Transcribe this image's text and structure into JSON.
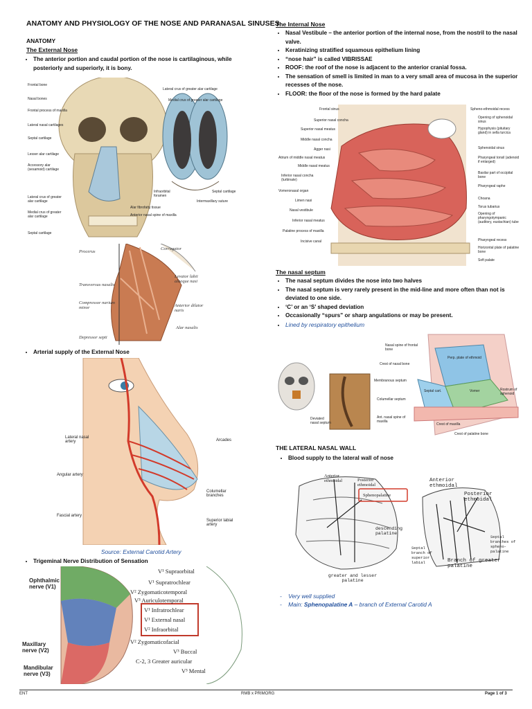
{
  "title": "ANATOMY AND PHYSIOLOGY OF THE NOSE AND PARANASAL SINUSES",
  "left": {
    "anatomy_heading": "ANATOMY",
    "external_nose_heading": "The External Nose",
    "external_bullets": [
      "The anterior portion and caudal portion of the nose is cartilaginous, while posteriorly and superiorly, it is bony."
    ],
    "fig1_labels": [
      "Frontal bone",
      "Nasal bones",
      "Frontal process of maxilla",
      "Lateral nasal cartilages",
      "Septal cartilage",
      "Lesser alar cartilage",
      "Accessory alar (sesamoid) cartilage",
      "Lateral crus of greater alar cartilage",
      "Medial crus of greater alar cartilage",
      "Septal cartilage",
      "Lateral crus of greater alar cartilage",
      "Medial crus of greater alar cartilage",
      "Infraorbital foramen",
      "Alar fibrofatty tissue",
      "Anterior nasal spine of maxilla",
      "Septal cartilage",
      "Intermaxillary suture"
    ],
    "fig2_labels": [
      "Procerus",
      "Corrugator",
      "Levator labii alaeque nasi",
      "Transversus nasalis",
      "Compressor narium minor",
      "Anterior dilator naris",
      "Alar nasalis",
      "Depressor septi"
    ],
    "arterial_bullet": "Arterial supply of the External Nose",
    "fig3_labels": [
      "Lateral nasal artery",
      "Arcades",
      "Angular artery",
      "Columellar branches",
      "Fascial artery",
      "Superior labial artery"
    ],
    "fig3_caption": "Source: External Carotid Artery",
    "trigeminal_bullet": "Trigeminal Nerve Distribution of Sensation",
    "fig4_left_labels": [
      "Ophthalmic nerve (V1)",
      "Maxillary nerve (V2)",
      "Mandibular nerve (V3)"
    ],
    "fig4_right_labels": [
      "V¹ Supraorbital",
      "V¹ Supratrochlear",
      "V² Zygomaticotemporal",
      "V³ Auriculotemporal",
      "V¹ Infratrochlear",
      "V¹ External nasal",
      "V² Infraorbital",
      "V² Zygomaticofacial",
      "V³ Buccal",
      "C-2, 3 Greater auricular",
      "V³ Mental"
    ]
  },
  "right": {
    "internal_heading": "The Internal Nose",
    "internal_bullets": [
      "Nasal Vestibule – the anterior portion of the internal nose, from the nostril to the nasal valve.",
      "Keratinizing stratified squamous epithelium lining",
      "“nose hair” is called VIBRISSAE",
      "ROOF: the roof of the nose is adjacent to the anterior cranial fossa.",
      "The sensation of smell is limited in man to a very small area of mucosa in the superior recesses of the nose.",
      "FLOOR: the floor of the nose is formed by the hard palate"
    ],
    "fig5_left_labels": [
      "Frontal sinus",
      "Superior nasal concha",
      "Superior nasal meatus",
      "Middle nasal concha",
      "Agger nasi",
      "Atrium of middle nasal meatus",
      "Middle nasal meatus",
      "Inferior nasal concha (turbinate)",
      "Vomeronasal organ",
      "Limen nasi",
      "Nasal vestibule",
      "Inferior nasal meatus",
      "Palatine process of maxilla",
      "Incisive canal"
    ],
    "fig5_right_labels": [
      "Spheno-ethmoidal recess",
      "Opening of sphenoidal sinus",
      "Hypophysis (pituitary gland) in sella turcica",
      "Sphenoidal sinus",
      "Pharyngeal tonsil (adenoid if enlarged)",
      "Basilar part of occipital bone",
      "Pharyngeal raphe",
      "Choana",
      "Torus tubarius",
      "Opening of pharyngotympanic (auditory, eustachian) tube",
      "Pharyngeal recess",
      "Horizontal plate of palatine bone",
      "Soft palate"
    ],
    "septum_heading": "The nasal septum",
    "septum_bullets": [
      "The nasal septum divides the nose into two halves",
      "The nasal septum is very rarely present in the mid-line and more often than not is deviated to one side.",
      "‘C’ or an ‘S’ shaped deviation",
      "Occasionally “spurs” or sharp angulations or may be present."
    ],
    "septum_italic": "Lined by respiratory epithelium",
    "fig6_labels": [
      "Deviated nasal septum",
      "Nasal spine of frontal bone",
      "Crest of nasal bone",
      "Membranous septum",
      "Columellar septum",
      "Ant. nasal spine of maxilla",
      "Perp. plate of ethmoid",
      "Septal cart.",
      "Vomer",
      "Rostrum of sphenoid",
      "Crest of maxilla",
      "Crest of palatine bone"
    ],
    "lateral_heading": "THE LATERAL NASAL WALL",
    "lateral_bullet": "Blood supply to the lateral wall of nose",
    "fig7_labels": [
      "Anterior ethmoidal",
      "Posterior ethmoidal",
      "Sphenopalatine",
      "descending palatine",
      "greater and lesser palatine"
    ],
    "fig8_labels": [
      "Anterior ethmoidal",
      "Posterior ethmoidal",
      "Septal branch of superior labial",
      "Septal branches of spheno-palatine",
      "Branch of greater palatine"
    ],
    "dash_items": [
      "Very well supplied"
    ],
    "main_prefix": "Main: ",
    "main_bold": "Sphenopalatine A",
    "main_suffix": " – branch of External Carotid A"
  },
  "footer": {
    "left": "ENT",
    "center": "RMB x PRIMORG",
    "right": "Page 1 of 3"
  },
  "colors": {
    "accent_blue": "#1f4e9c",
    "highlight_red": "#d23a2a"
  }
}
